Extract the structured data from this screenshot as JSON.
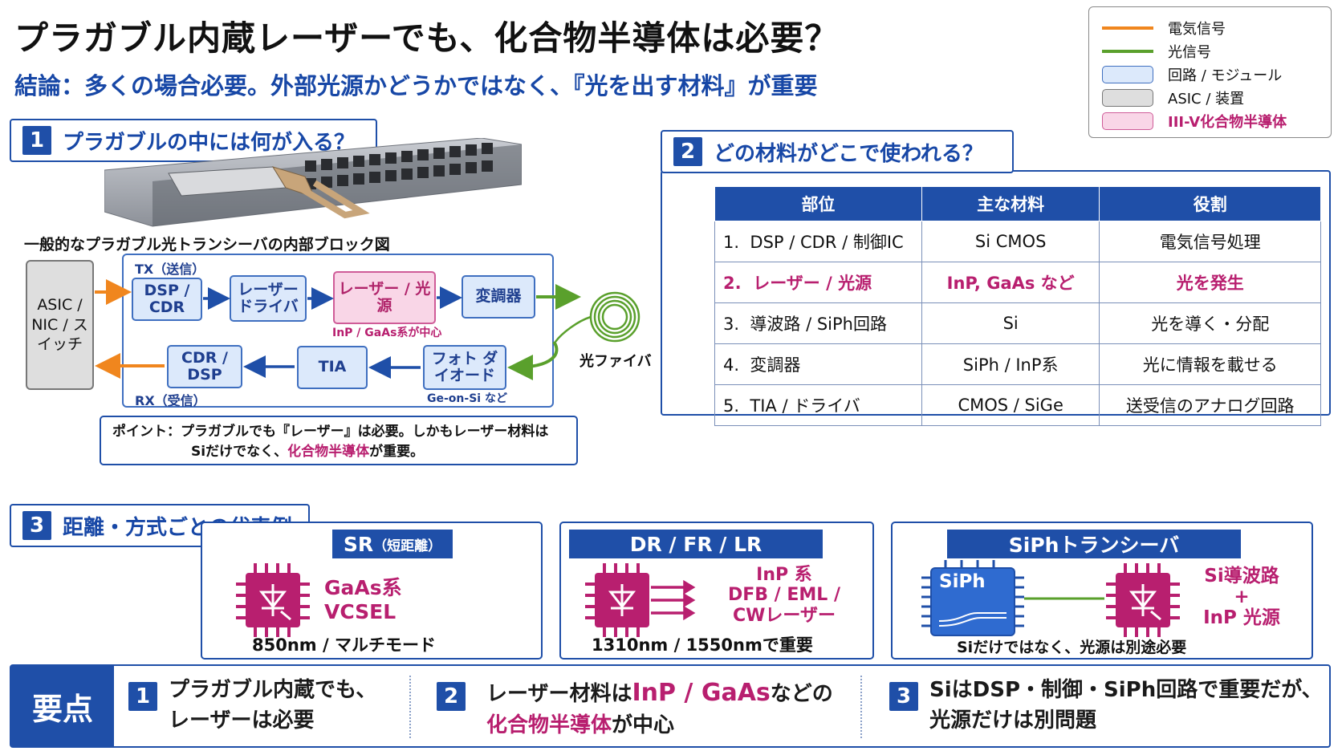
{
  "title": "プラガブル内蔵レーザーでも、化合物半導体は必要？",
  "subtitle": "結論：多くの場合必要。外部光源かどうかではなく、『光を出す材料』が重要",
  "legend": [
    {
      "label": "電気信号",
      "kind": "line",
      "color": "#f0861e"
    },
    {
      "label": "光信号",
      "kind": "line",
      "color": "#5aa02c"
    },
    {
      "label": "回路 / モジュール",
      "kind": "box",
      "color": "#dce9fb",
      "border": "#3f6fc0"
    },
    {
      "label": "ASIC / 装置",
      "kind": "box",
      "color": "#dedede",
      "border": "#777777"
    },
    {
      "label": "III-V化合物半導体",
      "kind": "box",
      "color": "#f9d6e7",
      "border": "#cf5c98"
    }
  ],
  "section1": {
    "num": "1",
    "title": "プラガブルの中には何が入る？",
    "diagram_caption": "一般的なプラガブル光トランシーバの内部ブロック図",
    "asic_label": "ASIC / NIC / スイッチ",
    "tx_label": "TX（送信）",
    "rx_label": "RX（受信）",
    "tx_blocks": [
      "DSP / CDR",
      "レーザー ドライバ",
      "レーザー / 光源",
      "変調器"
    ],
    "laser_note": "InP / GaAs系が中心",
    "rx_blocks": [
      "CDR / DSP",
      "TIA",
      "フォト ダイオード"
    ],
    "pd_note": "Ge-on-Si など",
    "fiber_label": "光ファイバ",
    "point_prefix": "ポイント：プラガブルでも『レーザー』は必要。しかもレーザー材料は",
    "point_line2_pre": "Siだけでなく、",
    "point_line2_hl": "化合物半導体",
    "point_line2_post": "が重要。"
  },
  "section2": {
    "num": "2",
    "title": "どの材料がどこで使われる？",
    "headers": [
      "部位",
      "主な材料",
      "役割"
    ],
    "rows": [
      {
        "no": "1.",
        "part": "DSP / CDR / 制御IC",
        "material": "Si CMOS",
        "role": "電気信号処理"
      },
      {
        "no": "2.",
        "part": "レーザー / 光源",
        "material": "InP, GaAs など",
        "role": "光を発生"
      },
      {
        "no": "3.",
        "part": "導波路 / SiPh回路",
        "material": "Si",
        "role": "光を導く・分配"
      },
      {
        "no": "4.",
        "part": "変調器",
        "material": "SiPh / InP系",
        "role": "光に情報を載せる"
      },
      {
        "no": "5.",
        "part": "TIA / ドライバ",
        "material": "CMOS / SiGe",
        "role": "送受信のアナログ回路"
      }
    ]
  },
  "section3": {
    "num": "3",
    "title": "距離・方式ごとの代表例",
    "cards": [
      {
        "head": "SR",
        "head_small": "（短距離）",
        "material": "GaAs系 VCSEL",
        "material_l1": "GaAs系",
        "material_l2": "VCSEL",
        "caption": "850nm / マルチモード"
      },
      {
        "head": "DR / FR / LR",
        "material_l1": "InP 系",
        "material_l2": "DFB / EML /",
        "material_l3": "CWレーザー",
        "caption": "1310nm / 1550nmで重要"
      },
      {
        "head": "SiPhトランシーバ",
        "chip": "SiPh",
        "material_l1": "Si導波路",
        "material_l2": "+",
        "material_l3": "InP 光源",
        "caption": "Siだけではなく、光源は別途必要"
      }
    ]
  },
  "summary": {
    "label": "要点",
    "items": [
      {
        "num": "1",
        "line1": "プラガブル内蔵でも、",
        "line2": "レーザーは必要"
      },
      {
        "num": "2",
        "line1_pre": "レーザー材料は",
        "line1_hl": "InP / GaAs",
        "line1_post": "などの",
        "line2_hl": "化合物半導体",
        "line2_post": "が中心"
      },
      {
        "num": "3",
        "line1": "SiはDSP・制御・SiPh回路で重要だが、",
        "line2": "光源だけは別問題"
      }
    ]
  },
  "colors": {
    "accent": "#1f4fa8",
    "highlight": "#b81f6f",
    "electric": "#f0861e",
    "optical": "#5aa02c"
  }
}
